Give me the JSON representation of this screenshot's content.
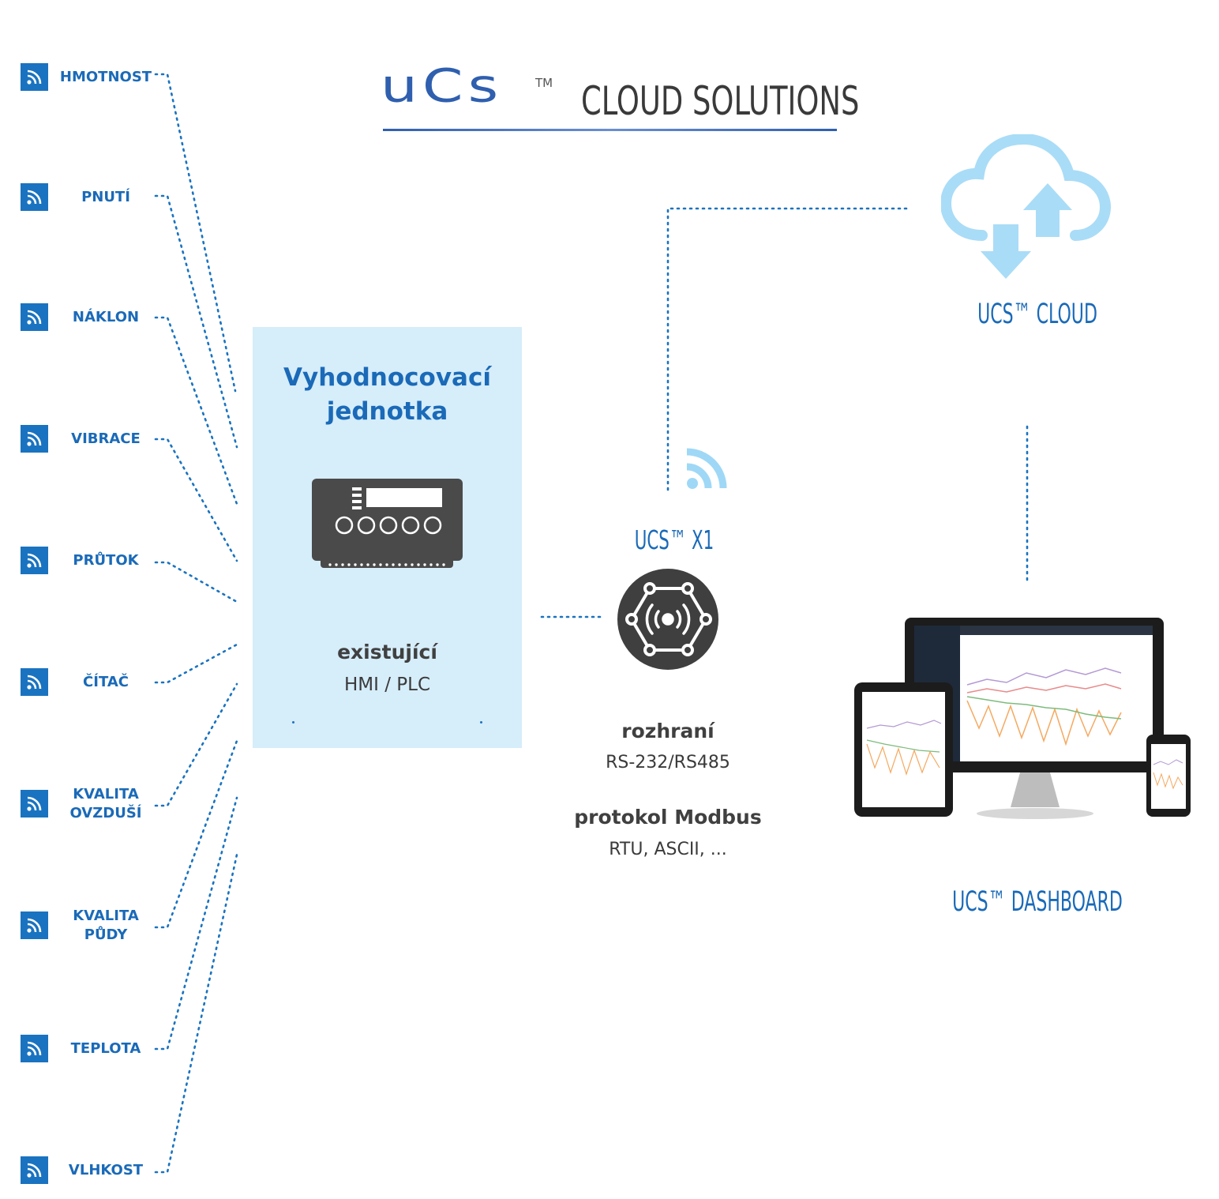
{
  "brand": {
    "logo_text": "uCs",
    "logo_tm": "TM",
    "tagline": "CLOUD SOLUTIONS"
  },
  "sensors": [
    {
      "label": "HMOTNOST"
    },
    {
      "label": "PNUTÍ"
    },
    {
      "label": "NÁKLON"
    },
    {
      "label": "VIBRACE"
    },
    {
      "label": "PRŮTOK"
    },
    {
      "label": "ČÍTAČ"
    },
    {
      "label": "KVALITA",
      "label2": "OVZDUŠÍ"
    },
    {
      "label": "KVALITA",
      "label2": "PŮDY"
    },
    {
      "label": "TEPLOTA"
    },
    {
      "label": "VLHKOST"
    }
  ],
  "unit": {
    "title_line1": "Vyhodnocovací",
    "title_line2": "jednotka",
    "caption_bold": "existující",
    "caption": "HMI / PLC"
  },
  "x1": {
    "title": "UCS™ X1",
    "interface_bold": "rozhraní",
    "interface": "RS-232/RS485",
    "protocol_bold": "protokol Modbus",
    "protocol": "RTU, ASCII, ..."
  },
  "cloud": {
    "title": "UCS™ CLOUD"
  },
  "dashboard": {
    "title": "UCS™ DASHBOARD"
  },
  "colors": {
    "brand_blue": "#1a6ab8",
    "icon_blue": "#1a73c0",
    "panel_bg": "#d6edfa",
    "cloud_blue": "#a9dcf7",
    "dark_gray": "#4a4a4a"
  },
  "icons": [
    "rss-icon",
    "controller-icon",
    "wifi-icon",
    "network-hub-icon",
    "cloud-sync-icon",
    "devices-icon"
  ]
}
